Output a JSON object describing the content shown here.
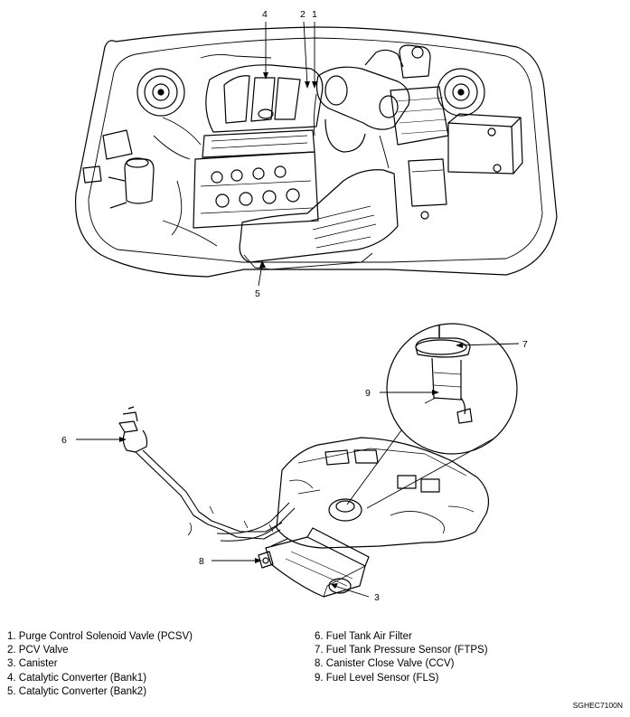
{
  "callouts": {
    "c1": "1",
    "c2": "2",
    "c3": "3",
    "c4": "4",
    "c5": "5",
    "c6": "6",
    "c7": "7",
    "c8": "8",
    "c9": "9"
  },
  "legend": {
    "left": [
      "1. Purge Control Solenoid Vavle (PCSV)",
      "2. PCV Valve",
      "3. Canister",
      "4. Catalytic Converter (Bank1)",
      "5. Catalytic Converter (Bank2)"
    ],
    "right": [
      "6. Fuel Tank Air Filter",
      "7. Fuel Tank Pressure Sensor  (FTPS)",
      "8. Canister Close Valve (CCV)",
      "9. Fuel Level Sensor (FLS)"
    ]
  },
  "figure_code": "SGHEC7100N"
}
